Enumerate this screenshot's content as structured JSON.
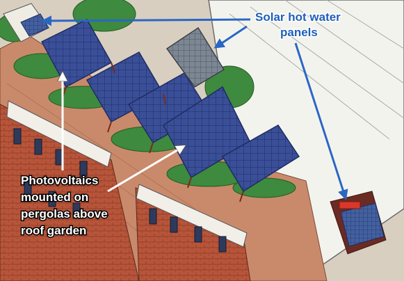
{
  "labels": {
    "solar_hot_water": [
      "Solar hot water",
      "panels"
    ],
    "photovoltaics": [
      "Photovoltaics",
      "mounted on",
      "pergolas above",
      "roof garden"
    ]
  },
  "colors": {
    "solar_label": "#1f5fb8",
    "pv_label": "#ffffff",
    "arrow_blue": "#2a67c4",
    "arrow_white": "#ffffff",
    "pv_panel": "#3a4f98",
    "solar_panel": "#3f63a8",
    "roof_brick": "#c98a6c",
    "building_wall": "#b7553a",
    "vegetation": "#3e8a3e",
    "roof_white": "#f3f3ee"
  }
}
